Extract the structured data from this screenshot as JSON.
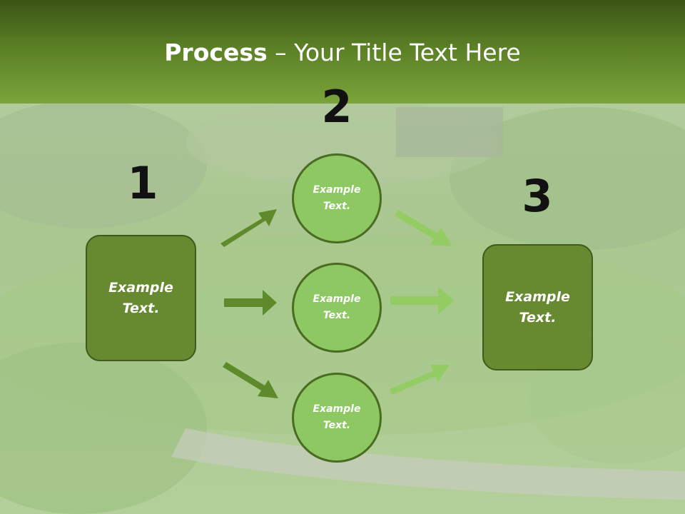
{
  "slide": {
    "title_bold": "Process",
    "title_rest": " – Your Title Text Here"
  },
  "steps": {
    "one": {
      "number": "1",
      "text": "Example\nText."
    },
    "two": {
      "number": "2"
    },
    "three": {
      "number": "3",
      "text": "Example\nText."
    }
  },
  "circles": [
    {
      "text": "Example\nText."
    },
    {
      "text": "Example\nText."
    },
    {
      "text": "Example\nText."
    }
  ],
  "colors": {
    "box_fill": "#67892f",
    "circle_fill": "#8dc863",
    "arrow_dark": "#5e8a2c",
    "arrow_light": "#92cc62"
  }
}
